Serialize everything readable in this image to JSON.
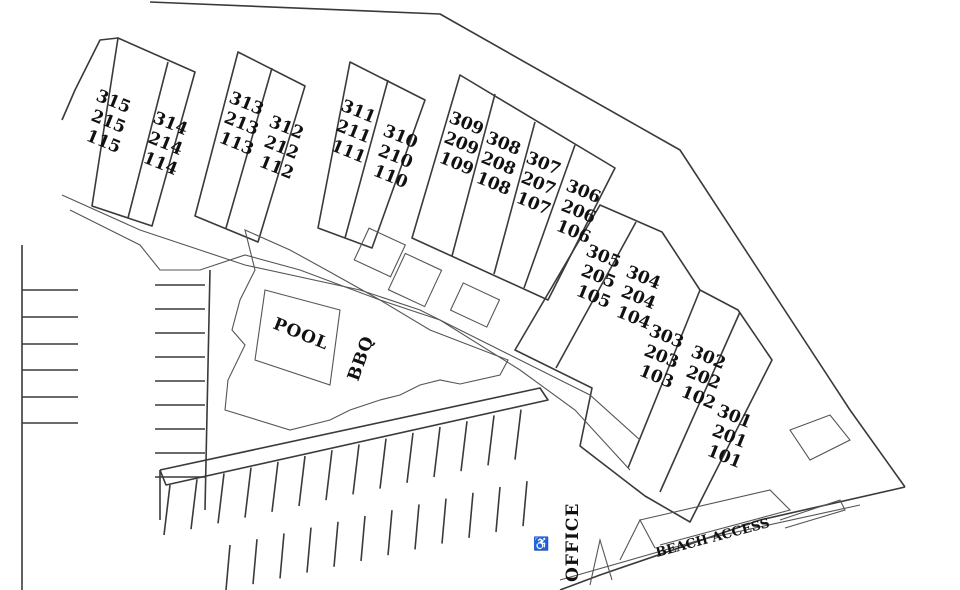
{
  "map": {
    "buildings": [
      {
        "units": [
          "315",
          "215",
          "115"
        ]
      },
      {
        "units": [
          "314",
          "214",
          "114"
        ]
      },
      {
        "units": [
          "313",
          "213",
          "113"
        ]
      },
      {
        "units": [
          "312",
          "212",
          "112"
        ]
      },
      {
        "units": [
          "311",
          "211",
          "111"
        ]
      },
      {
        "units": [
          "310",
          "210",
          "110"
        ]
      },
      {
        "units": [
          "309",
          "209",
          "109"
        ]
      },
      {
        "units": [
          "308",
          "208",
          "108"
        ]
      },
      {
        "units": [
          "307",
          "207",
          "107"
        ]
      },
      {
        "units": [
          "306",
          "206",
          "106"
        ]
      },
      {
        "units": [
          "305",
          "205",
          "105"
        ]
      },
      {
        "units": [
          "304",
          "204",
          "104"
        ]
      },
      {
        "units": [
          "303",
          "203",
          "103"
        ]
      },
      {
        "units": [
          "302",
          "202",
          "102"
        ]
      },
      {
        "units": [
          "301",
          "201",
          "101"
        ]
      }
    ],
    "areas": {
      "pool": "POOL",
      "bbq": "BBQ",
      "office": "OFFICE",
      "beach_access": "BEACH ACCESS"
    },
    "icons": [
      "accessibility-icon"
    ],
    "colors": {
      "ink": "#3a3a3a",
      "background": "#ffffff"
    }
  }
}
